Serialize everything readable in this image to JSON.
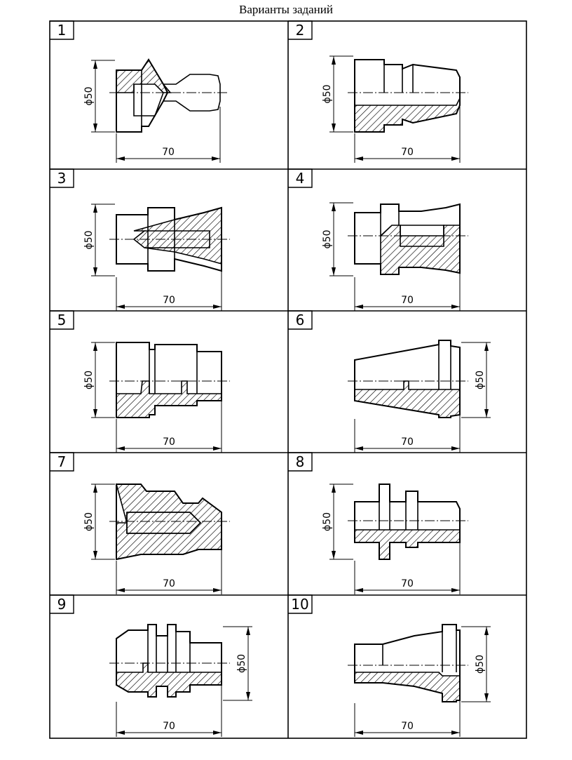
{
  "page": {
    "title": "Варианты заданий"
  },
  "cells": [
    {
      "number": "1",
      "diameter": "ϕ50",
      "length": "70"
    },
    {
      "number": "2",
      "diameter": "ϕ50",
      "length": "70"
    },
    {
      "number": "3",
      "diameter": "ϕ50",
      "length": "70"
    },
    {
      "number": "4",
      "diameter": "ϕ50",
      "length": "70"
    },
    {
      "number": "5",
      "diameter": "ϕ50",
      "length": "70"
    },
    {
      "number": "6",
      "diameter": "ϕ50",
      "length": "70"
    },
    {
      "number": "7",
      "diameter": "ϕ50",
      "length": "70"
    },
    {
      "number": "8",
      "diameter": "ϕ50",
      "length": "70"
    },
    {
      "number": "9",
      "diameter": "ϕ50",
      "length": "70"
    },
    {
      "number": "10",
      "diameter": "ϕ50",
      "length": "70"
    }
  ]
}
